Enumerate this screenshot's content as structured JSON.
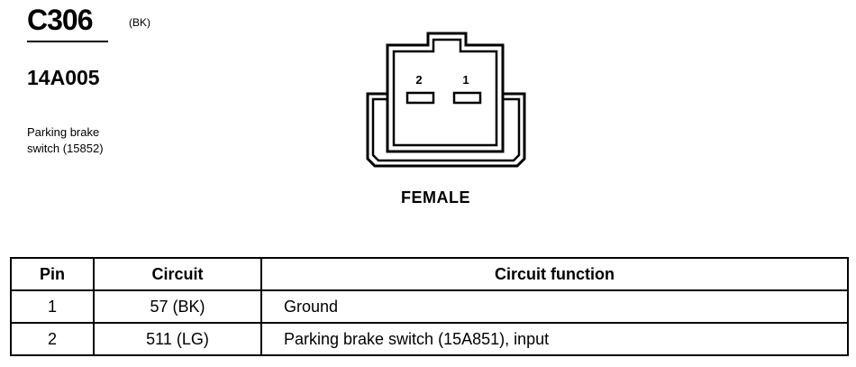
{
  "connector": {
    "id": "C306",
    "wire_color": "(BK)",
    "part_number": "14A005",
    "description_line1": "Parking brake",
    "description_line2": "switch (15852)",
    "pin_labels": [
      "2",
      "1"
    ],
    "gender": "FEMALE"
  },
  "table": {
    "headers": [
      "Pin",
      "Circuit",
      "Circuit function"
    ],
    "rows": [
      {
        "pin": "1",
        "circuit": "57 (BK)",
        "function": "Ground"
      },
      {
        "pin": "2",
        "circuit": "511 (LG)",
        "function": "Parking brake switch (15A851), input"
      }
    ]
  }
}
